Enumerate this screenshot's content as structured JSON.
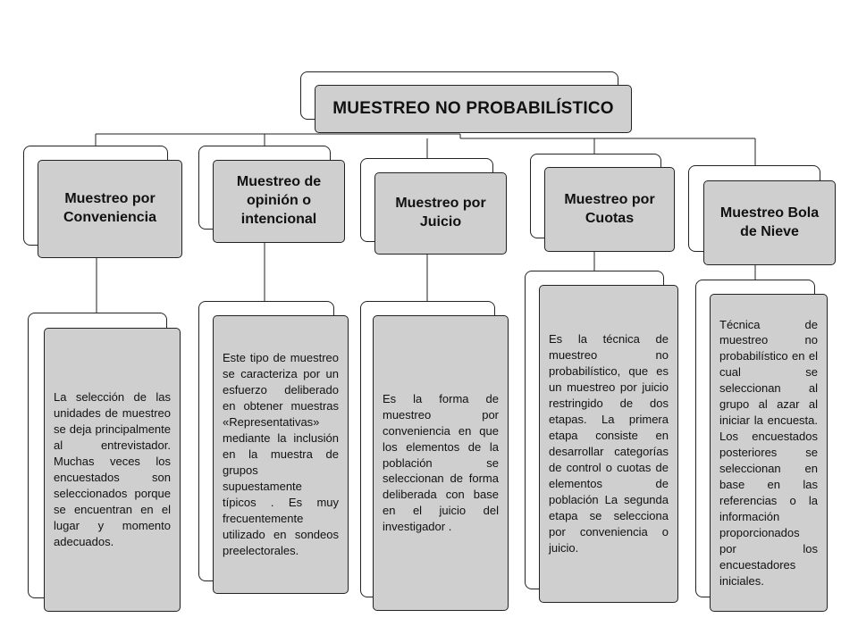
{
  "title": "MUESTREO NO PROBABILÍSTICO",
  "categories": [
    {
      "heading": "Muestreo por Conveniencia",
      "description": "La selección de las unidades de muestreo se deja principalmente al entrevistador. Muchas veces los encuestados son seleccionados porque se encuentran en el lugar y momento adecuados."
    },
    {
      "heading": "Muestreo de opinión o intencional",
      "description": "Este tipo de muestreo se caracteriza por un esfuerzo deliberado en obtener muestras «Representativas» mediante la inclusión en la muestra de grupos supuestamente típicos . Es muy frecuentemente utilizado en sondeos preelectorales."
    },
    {
      "heading": "Muestreo por Juicio",
      "description": "Es la forma de muestreo por conveniencia en que los elementos de la población se seleccionan de forma deliberada con base en el juicio del investigador ."
    },
    {
      "heading": "Muestreo por Cuotas",
      "description": "Es la técnica de muestreo no probabilístico, que es un muestreo por juicio restringido de dos etapas. La primera etapa consiste en desarrollar categorías de control o cuotas de elementos de población La segunda etapa se selecciona por conveniencia o juicio."
    },
    {
      "heading": "Muestreo Bola de Nieve",
      "description": "Técnica de muestreo no probabilístico en el cual se seleccionan al grupo al azar al iniciar la encuesta. Los encuestados posteriores se seleccionan en base en las referencias o la información proporcionados por los encuestadores iniciales."
    }
  ]
}
